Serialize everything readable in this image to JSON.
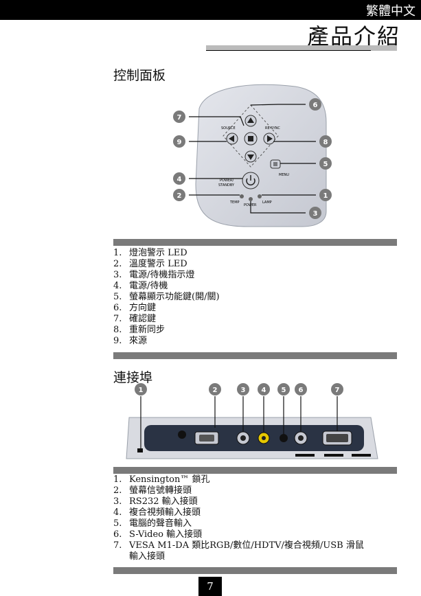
{
  "header": {
    "language_label": "繁體中文",
    "chapter_title": "產品介紹"
  },
  "panel": {
    "title": "控制面板",
    "labels": {
      "source": "SOURCE",
      "resync": "RE-SYNC",
      "menu": "MENU",
      "power_standby_line1": "POWER/",
      "power_standby_line2": "STANDBY",
      "temp": "TEMP",
      "lamp": "LAMP",
      "power": "POWER"
    },
    "callouts": [
      "6",
      "7",
      "9",
      "8",
      "5",
      "4",
      "2",
      "1",
      "3"
    ],
    "items": [
      {
        "num": "1.",
        "text": "燈泡警示 LED"
      },
      {
        "num": "2.",
        "text": "溫度警示 LED"
      },
      {
        "num": "3.",
        "text": "電源/待機指示燈"
      },
      {
        "num": "4.",
        "text": "電源/待機"
      },
      {
        "num": "5.",
        "text": "螢幕顯示功能鍵(開/關)"
      },
      {
        "num": "6.",
        "text": "方向鍵"
      },
      {
        "num": "7.",
        "text": "確認鍵"
      },
      {
        "num": "8.",
        "text": "重新同步"
      },
      {
        "num": "9.",
        "text": "來源"
      }
    ]
  },
  "ports": {
    "title": "連接埠",
    "callouts": [
      "1",
      "2",
      "3",
      "4",
      "5",
      "6",
      "7"
    ],
    "items": [
      {
        "num": "1.",
        "text": "Kensington™ 鎖孔"
      },
      {
        "num": "2.",
        "text": "螢幕信號轉接頭"
      },
      {
        "num": "3.",
        "text": "RS232 輸入接頭"
      },
      {
        "num": "4.",
        "text": "複合視頻輸入接頭"
      },
      {
        "num": "5.",
        "text": "電腦的聲音輸入"
      },
      {
        "num": "6.",
        "text": "S-Video 輸入接頭"
      },
      {
        "num": "7.",
        "text": "VESA M1-DA 類比RGB/數位/HDTV/複合視頻/USB 滑鼠"
      },
      {
        "num": "",
        "text": "輸入接頭"
      }
    ]
  },
  "footer": {
    "page_number": "7"
  }
}
